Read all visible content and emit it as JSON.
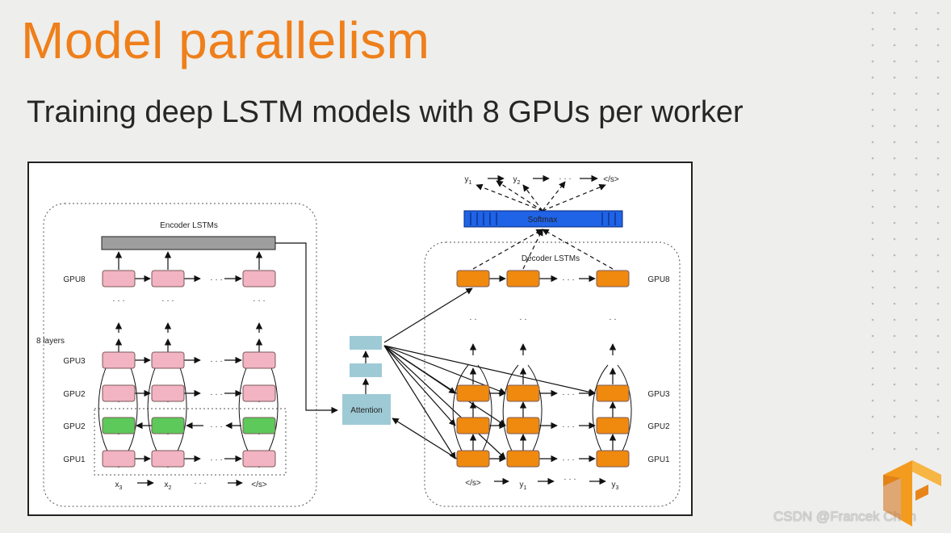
{
  "slide": {
    "title": "Model parallelism",
    "subtitle": "Training deep LSTM models with 8 GPUs per worker",
    "watermark": "CSDN @Francek Chen"
  },
  "diagram": {
    "encoder_title": "Encoder LSTMs",
    "decoder_title": "Decoder LSTMs",
    "layers_label": "8 layers",
    "attention_label": "Attention",
    "softmax_label": "Softmax",
    "encoder_gpu_labels": [
      "GPU8",
      "GPU3",
      "GPU2",
      "GPU2",
      "GPU1"
    ],
    "decoder_gpu_labels": [
      "GPU8",
      "GPU3",
      "GPU2",
      "GPU1"
    ],
    "encoder_inputs": [
      "x3",
      "x2",
      "</s>"
    ],
    "decoder_inputs": [
      "</s>",
      "y1",
      "y3"
    ],
    "outputs": [
      "y1",
      "y2",
      "</s>"
    ],
    "ellipsis": "· · ·",
    "colors": {
      "encoder_cell": "#f2b3c2",
      "encoder_reverse_cell": "#5cc95a",
      "decoder_cell": "#ef8a0f",
      "attention": "#9ecad6",
      "softmax": "#1f63e6",
      "encoder_bar": "#9e9e9e"
    }
  },
  "icons": {
    "logo": "tensorflow-logo-icon"
  }
}
